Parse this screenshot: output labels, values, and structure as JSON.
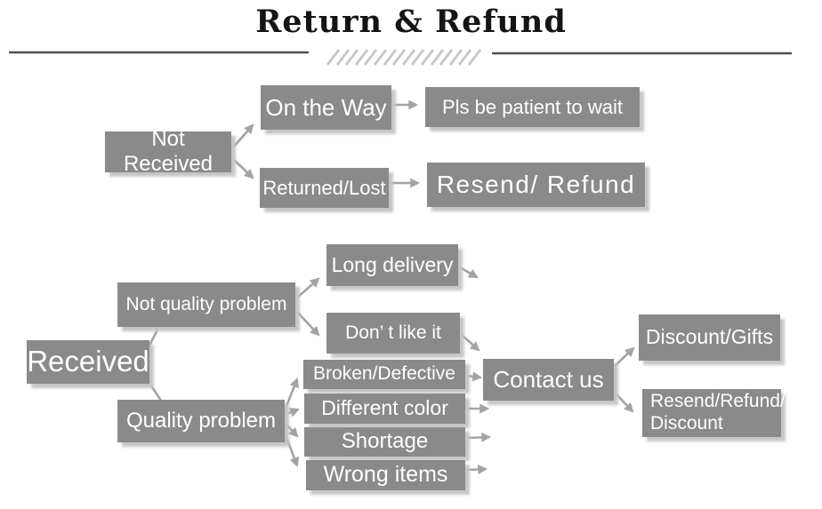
{
  "title": "Return & Refund",
  "colors": {
    "box_fill": "#8a8a8a",
    "box_text": "#ffffff",
    "arrow": "#a3a3a3",
    "title_text": "#141414",
    "divider_rule": "#4f4f4f",
    "hatch": "#c8c8c8",
    "shadow": "#c6c6c6",
    "background": "#ffffff"
  },
  "nodes": {
    "not_received": {
      "label": "Not Received"
    },
    "on_the_way": {
      "label": "On the Way"
    },
    "pls_wait": {
      "label": "Pls be patient to wait"
    },
    "returned_lost": {
      "label": "Returned/Lost"
    },
    "resend_refund": {
      "label": "Resend/ Refund"
    },
    "not_quality": {
      "label": "Not quality problem"
    },
    "received": {
      "label": "Received"
    },
    "long_delivery": {
      "label": "Long delivery"
    },
    "dont_like": {
      "label": "Don’ t like it"
    },
    "quality": {
      "label": "Quality problem"
    },
    "broken": {
      "label": "Broken/Defective"
    },
    "diff_color": {
      "label": "Different color"
    },
    "shortage": {
      "label": "Shortage"
    },
    "wrong_items": {
      "label": "Wrong items"
    },
    "contact_us": {
      "label": "Contact us"
    },
    "discount_gifts": {
      "label": "Discount/Gifts"
    },
    "resend_discount": {
      "label": "Resend/Refund/\nDiscount"
    }
  },
  "connections": [
    {
      "from": "Not Received",
      "to": "On the Way"
    },
    {
      "from": "Not Received",
      "to": "Returned/Lost"
    },
    {
      "from": "On the Way",
      "to": "Pls be patient to wait"
    },
    {
      "from": "Returned/Lost",
      "to": "Resend/ Refund"
    },
    {
      "from": "Received",
      "to": "Not quality problem"
    },
    {
      "from": "Received",
      "to": "Quality problem"
    },
    {
      "from": "Not quality problem",
      "to": "Long delivery"
    },
    {
      "from": "Not quality problem",
      "to": "Don’ t like it"
    },
    {
      "from": "Long delivery",
      "to": "Contact us"
    },
    {
      "from": "Don’ t like it",
      "to": "Contact us"
    },
    {
      "from": "Quality problem",
      "to": "Broken/Defective"
    },
    {
      "from": "Quality problem",
      "to": "Different color"
    },
    {
      "from": "Quality problem",
      "to": "Shortage"
    },
    {
      "from": "Quality problem",
      "to": "Wrong items"
    },
    {
      "from": "Broken/Defective",
      "to": "Contact us"
    },
    {
      "from": "Different color",
      "to": "Contact us"
    },
    {
      "from": "Shortage",
      "to": "Contact us"
    },
    {
      "from": "Wrong items",
      "to": "Contact us"
    },
    {
      "from": "Contact us",
      "to": "Discount/Gifts"
    },
    {
      "from": "Contact us",
      "to": "Resend/Refund/\nDiscount"
    }
  ]
}
